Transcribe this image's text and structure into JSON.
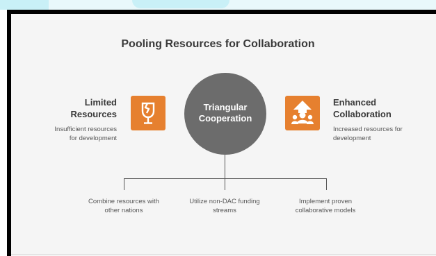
{
  "title": "Pooling Resources for Collaboration",
  "center": {
    "line1": "Triangular",
    "line2": "Cooperation"
  },
  "left": {
    "title_line1": "Limited",
    "title_line2": "Resources",
    "desc_line1": "Insufficient resources",
    "desc_line2": "for development",
    "icon": "broken-glass-icon"
  },
  "right": {
    "title_line1": "Enhanced",
    "title_line2": "Collaboration",
    "desc_line1": "Increased resources for",
    "desc_line2": "development",
    "icon": "team-growth-icon"
  },
  "steps": [
    {
      "line1": "Combine resources with",
      "line2": "other nations"
    },
    {
      "line1": "Utilize non-DAC funding",
      "line2": "streams"
    },
    {
      "line1": "Implement proven",
      "line2": "collaborative models"
    }
  ],
  "colors": {
    "accent": "#e6802f",
    "circle": "#6c6c6c",
    "panel": "#f5f5f5"
  }
}
